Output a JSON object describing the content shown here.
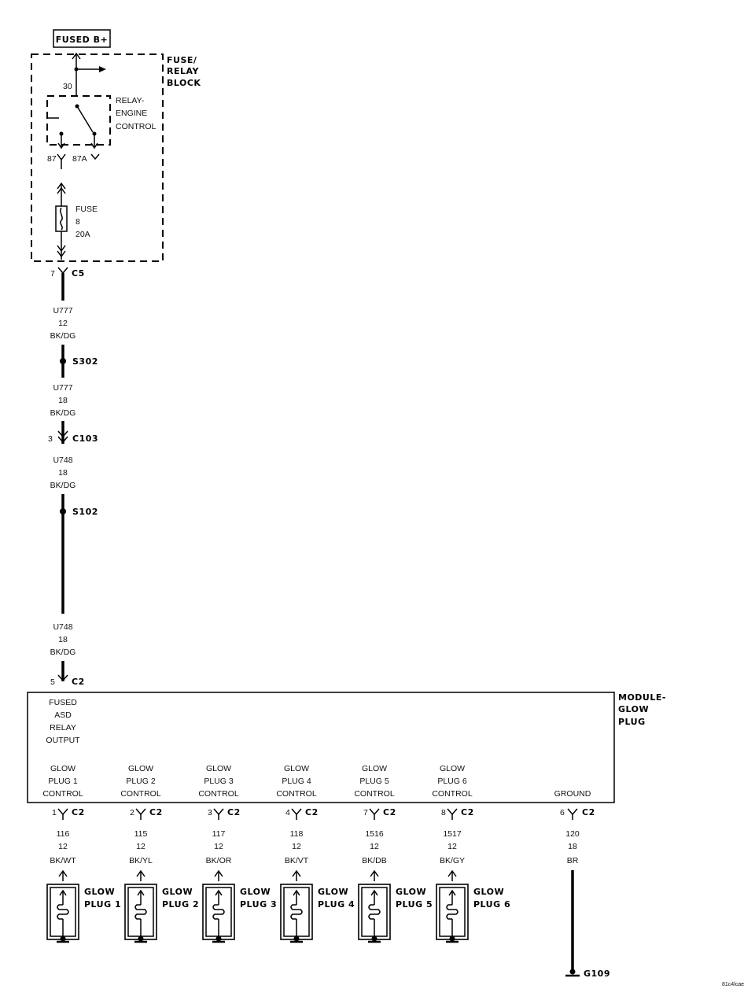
{
  "fuse_relay_block": {
    "fused_b_plus": "FUSED B+",
    "title_lines": [
      "FUSE/",
      "RELAY",
      "BLOCK"
    ],
    "relay_lines": [
      "RELAY-",
      "ENGINE",
      "CONTROL"
    ],
    "pin_30": "30",
    "pin_87": "87",
    "pin_87a": "87A",
    "fuse_lines": [
      "FUSE",
      "8",
      "20A"
    ]
  },
  "connectors": {
    "c5": {
      "pin": "7",
      "name": "C5"
    },
    "c103": {
      "pin": "3",
      "name": "C103"
    },
    "c2_in": {
      "pin": "5",
      "name": "C2"
    }
  },
  "wires": {
    "w1": [
      "U777",
      "12",
      "BK/DG"
    ],
    "w2": [
      "U777",
      "18",
      "BK/DG"
    ],
    "w3": [
      "U748",
      "18",
      "BK/DG"
    ],
    "w4": [
      "U748",
      "18",
      "BK/DG"
    ]
  },
  "splices": {
    "s302": "S302",
    "s102": "S102"
  },
  "module": {
    "title_lines": [
      "MODULE-",
      "GLOW",
      "PLUG"
    ],
    "input_lines": [
      "FUSED",
      "ASD",
      "RELAY",
      "OUTPUT"
    ],
    "outputs": [
      {
        "lines": [
          "GLOW",
          "PLUG 1",
          "CONTROL"
        ],
        "pin": "1",
        "conn": "C2",
        "wire": [
          "116",
          "12",
          "BK/WT"
        ],
        "plug": [
          "GLOW",
          "PLUG 1"
        ]
      },
      {
        "lines": [
          "GLOW",
          "PLUG 2",
          "CONTROL"
        ],
        "pin": "2",
        "conn": "C2",
        "wire": [
          "115",
          "12",
          "BK/YL"
        ],
        "plug": [
          "GLOW",
          "PLUG 2"
        ]
      },
      {
        "lines": [
          "GLOW",
          "PLUG 3",
          "CONTROL"
        ],
        "pin": "3",
        "conn": "C2",
        "wire": [
          "117",
          "12",
          "BK/OR"
        ],
        "plug": [
          "GLOW",
          "PLUG 3"
        ]
      },
      {
        "lines": [
          "GLOW",
          "PLUG 4",
          "CONTROL"
        ],
        "pin": "4",
        "conn": "C2",
        "wire": [
          "118",
          "12",
          "BK/VT"
        ],
        "plug": [
          "GLOW",
          "PLUG 4"
        ]
      },
      {
        "lines": [
          "GLOW",
          "PLUG 5",
          "CONTROL"
        ],
        "pin": "7",
        "conn": "C2",
        "wire": [
          "1516",
          "12",
          "BK/DB"
        ],
        "plug": [
          "GLOW",
          "PLUG 5"
        ]
      },
      {
        "lines": [
          "GLOW",
          "PLUG 6",
          "CONTROL"
        ],
        "pin": "8",
        "conn": "C2",
        "wire": [
          "1517",
          "12",
          "BK/GY"
        ],
        "plug": [
          "GLOW",
          "PLUG 6"
        ]
      }
    ],
    "ground": {
      "label": "GROUND",
      "pin": "6",
      "conn": "C2",
      "wire": [
        "120",
        "18",
        "BR"
      ],
      "ground_name": "G109"
    }
  },
  "figure_id": "81c4lcae"
}
